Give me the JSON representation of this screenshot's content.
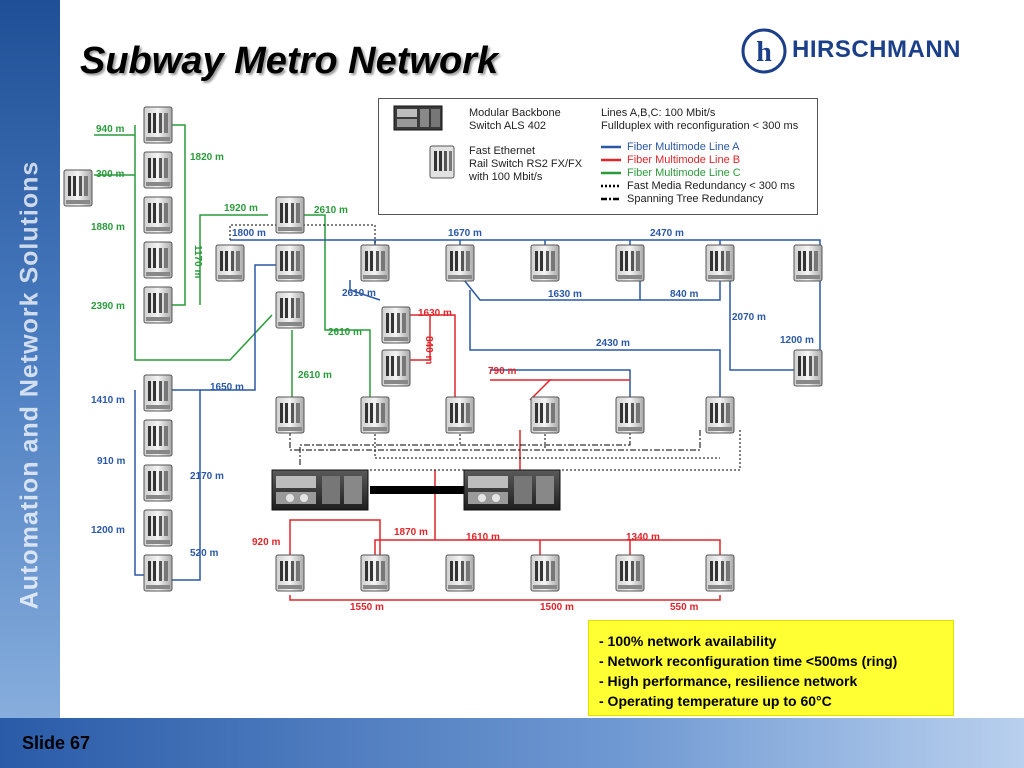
{
  "slide": {
    "title": "Subway Metro Network",
    "side_text": "Automation and Network Solutions",
    "number": "Slide 67",
    "logo_text": "HIRSCHMANN"
  },
  "legend": {
    "backbone": [
      "Modular Backbone",
      "Switch ALS 402"
    ],
    "rail": [
      "Fast Ethernet",
      "Rail Switch RS2 FX/FX",
      "with 100 Mbit/s"
    ],
    "lines_info": [
      "Lines A,B,C: 100 Mbit/s",
      "Fullduplex with reconfiguration < 300 ms"
    ],
    "line_a": "Fiber Multimode Line A",
    "line_b": "Fiber Multimode Line B",
    "line_c": "Fiber Multimode Line C",
    "fast_media": "Fast Media Redundancy < 300 ms",
    "spanning_tree": "Spanning Tree Redundancy"
  },
  "colors": {
    "line_a": "#2b58a6",
    "line_b": "#e0252a",
    "line_c": "#2a9b3b",
    "backbone_link": "#000000"
  },
  "features": [
    "- 100% network availability",
    "- Network reconfiguration time <500ms (ring)",
    "- High performance, resilience network",
    "- Operating temperature up to 60°C"
  ],
  "distances": {
    "d940": "940 m",
    "d300": "300 m",
    "d1820": "1820 m",
    "d1880": "1880 m",
    "d1170": "1170 m",
    "d2390": "2390 m",
    "d1920": "1920 m",
    "d2610a": "2610 m",
    "d1800": "1800 m",
    "d1670": "1670 m",
    "d2470": "2470 m",
    "d1630a": "1630 m",
    "d840a": "840 m",
    "d2610b": "2610 m",
    "d1630b": "1630 m",
    "d840b": "840 m",
    "d2070": "2070 m",
    "d2610c": "2610 m",
    "d2430": "2430 m",
    "d1200a": "1200 m",
    "d790": "790 m",
    "d1410": "1410 m",
    "d1650": "1650 m",
    "d2610d": "2610 m",
    "d910": "910 m",
    "d2170": "2170 m",
    "d1200b": "1200 m",
    "d520": "520 m",
    "d920": "920 m",
    "d1870": "1870 m",
    "d1610": "1610 m",
    "d1340": "1340 m",
    "d1550": "1550 m",
    "d1500": "1500 m",
    "d550": "550 m"
  }
}
